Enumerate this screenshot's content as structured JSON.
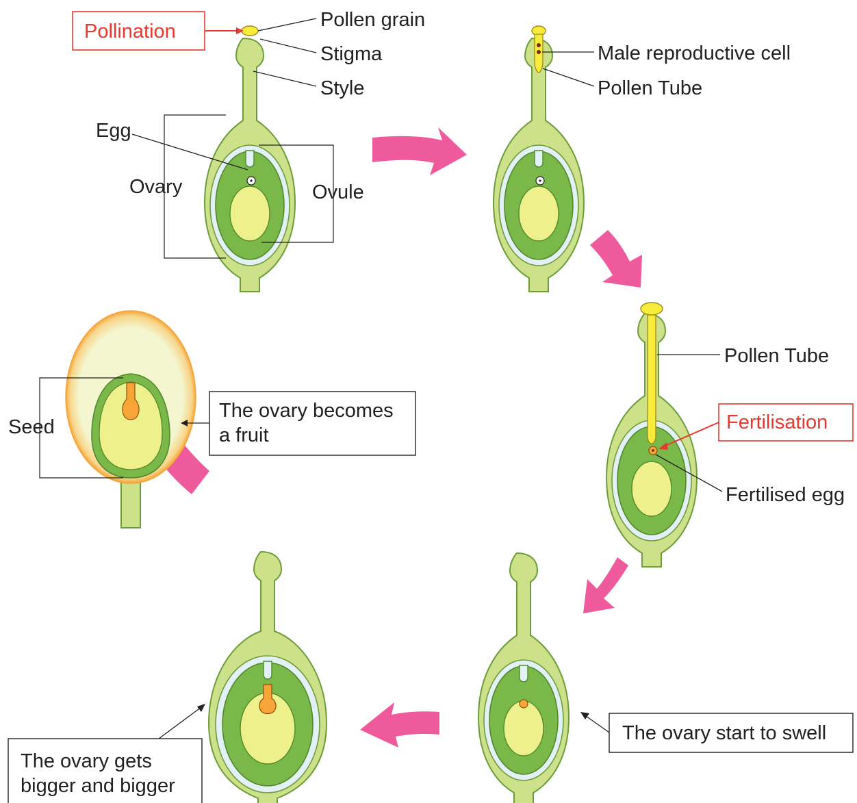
{
  "colors": {
    "pistil": "#cde08a",
    "pistil_outline": "#6c9d3a",
    "ovule_wall": "#e3f1f7",
    "ovule_body": "#7bb84a",
    "ovule_core": "#eef08c",
    "pollen": "#f7ec3c",
    "embryo": "#f7a536",
    "flow_arrow": "#ee5a9c",
    "highlight_text": "#e8382f",
    "fruit_flesh": "#f3f6cf",
    "fruit_rind": "#f4a63a"
  },
  "labels": {
    "pollination": "Pollination",
    "pollen_grain": "Pollen grain",
    "stigma": "Stigma",
    "style": "Style",
    "egg": "Egg",
    "ovary": "Ovary",
    "ovule": "Ovule",
    "male_cell": "Male reproductive cell",
    "pollen_tube_1": "Pollen Tube",
    "pollen_tube_2": "Pollen Tube",
    "fertilisation": "Fertilisation",
    "fertilised_egg": "Fertilised egg",
    "seed": "Seed",
    "fruit_line1": "The ovary becomes",
    "fruit_line2": "a fruit",
    "swell": "The ovary start to swell",
    "bigger_line1": "The ovary gets",
    "bigger_line2": "bigger and bigger"
  }
}
